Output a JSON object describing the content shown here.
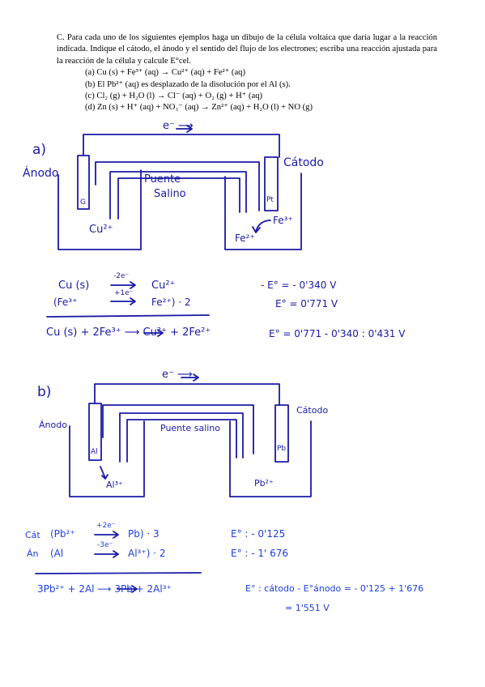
{
  "printed": {
    "intro": "C. Para cada uno de los siguientes ejemplos haga un dibujo de la célula voltaica que daría lugar a la reacción indicada. Indique el cátodo, el ánodo y el sentido del flujo de los electrones; escriba una reacción ajustada para la reacción de la célula y calcule E°cel.",
    "items": [
      "(a) Cu (s) + Fe³⁺ (aq) → Cu²⁺ (aq) + Fe²⁺ (aq)",
      "(b) El Pb²⁺ (aq) es desplazado de la disolución por el Al (s).",
      "(c) Cl₂ (g) + H₂O (l) → Cl⁻ (aq) + O₂ (g) + H⁺ (aq)",
      "(d) Zn (s) + H⁺ (aq) + NO₃⁻ (aq) → Zn²⁺ (aq) + H₂O (l) + NO (g)"
    ]
  },
  "part_a": {
    "label": "a)",
    "electron_flow": "e⁻ ⟶",
    "anode": "Ánodo",
    "cathode": "Cátodo",
    "salt_bridge_1": "Puente",
    "salt_bridge_2": "Salino",
    "electrode_left": "G",
    "electrode_right": "Pt",
    "ion_left": "Cu²⁺",
    "ion_right_1": "Fe³⁺",
    "ion_right_2": "Fe²⁺",
    "half1_left": "Cu (s)",
    "half1_arrow": "-2e⁻",
    "half1_right": "Cu²⁺",
    "half2_left": "(Fe³⁺",
    "half2_arrow": "+1e⁻",
    "half2_right": "Fe²⁺) · 2",
    "e1": "- E° = - 0'340 V",
    "e2": "E° = 0'771 V",
    "overall": "Cu (s) + 2Fe³⁺ ⟶ Cu²⁺ + 2Fe²⁺",
    "ecell": "E° = 0'771 - 0'340 : 0'431 V"
  },
  "part_b": {
    "label": "b)",
    "electron_flow": "e⁻ ⟶",
    "anode": "Ánodo",
    "cathode": "Cátodo",
    "salt_bridge": "Puente salino",
    "electrode_left": "Al",
    "electrode_right": "Pb",
    "ion_left": "Al³⁺",
    "ion_right": "Pb²⁺",
    "cat_tag": "Cát",
    "cat_left": "(Pb²⁺",
    "cat_arrow": "+2e⁻",
    "cat_right": "Pb) · 3",
    "an_tag": "Án",
    "an_left": "(Al",
    "an_arrow": "-3e⁻",
    "an_right": "Al³⁺) · 2",
    "e1": "E° : - 0'125",
    "e2": "E° : - 1' 676",
    "overall": "3Pb²⁺ + 2Al ⟶ 3Pb + 2Al³⁺",
    "ecell": "E° : cátodo - E°ánodo = - 0'125 + 1'676",
    "ecell_result": "= 1'551 V"
  },
  "colors": {
    "ink": "#1a1aa8",
    "blue": "#1d3fe0"
  }
}
